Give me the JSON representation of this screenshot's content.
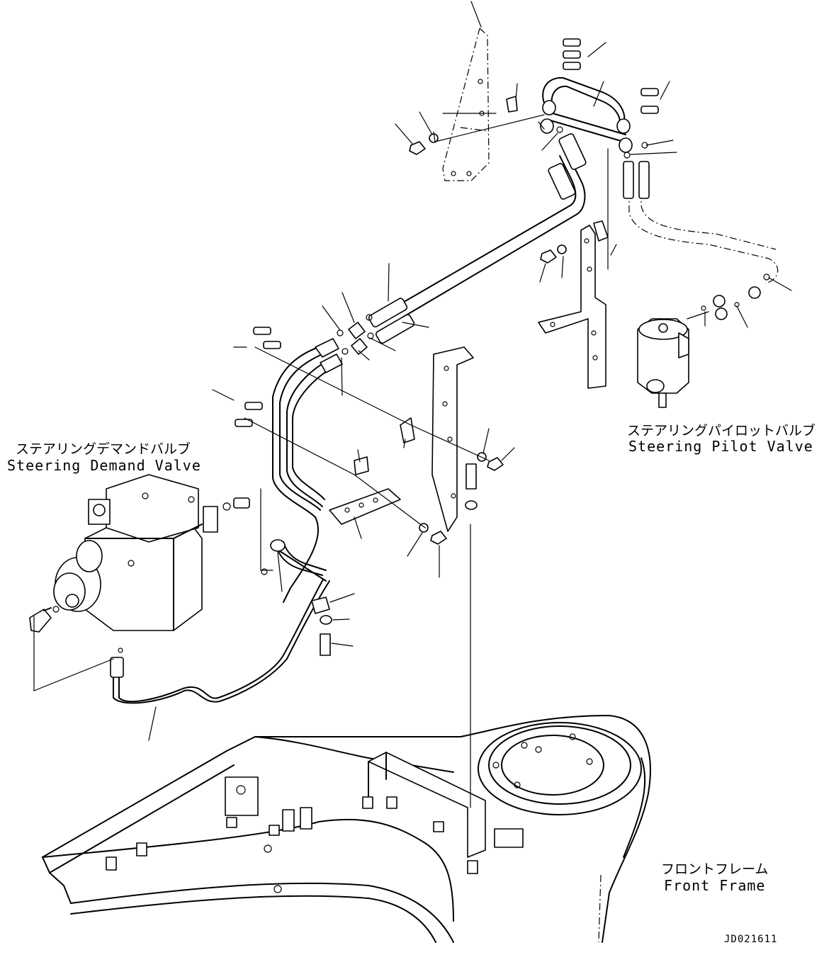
{
  "diagram": {
    "labels": {
      "steering_demand_valve_jp": "ステアリングデマンドバルブ",
      "steering_demand_valve_en": "Steering Demand Valve",
      "steering_pilot_valve_jp": "ステアリングパイロットバルブ",
      "steering_pilot_valve_en": "Steering Pilot Valve",
      "front_frame_jp": "フロントフレーム",
      "front_frame_en": "Front Frame"
    },
    "drawing_code": "JD021611"
  }
}
